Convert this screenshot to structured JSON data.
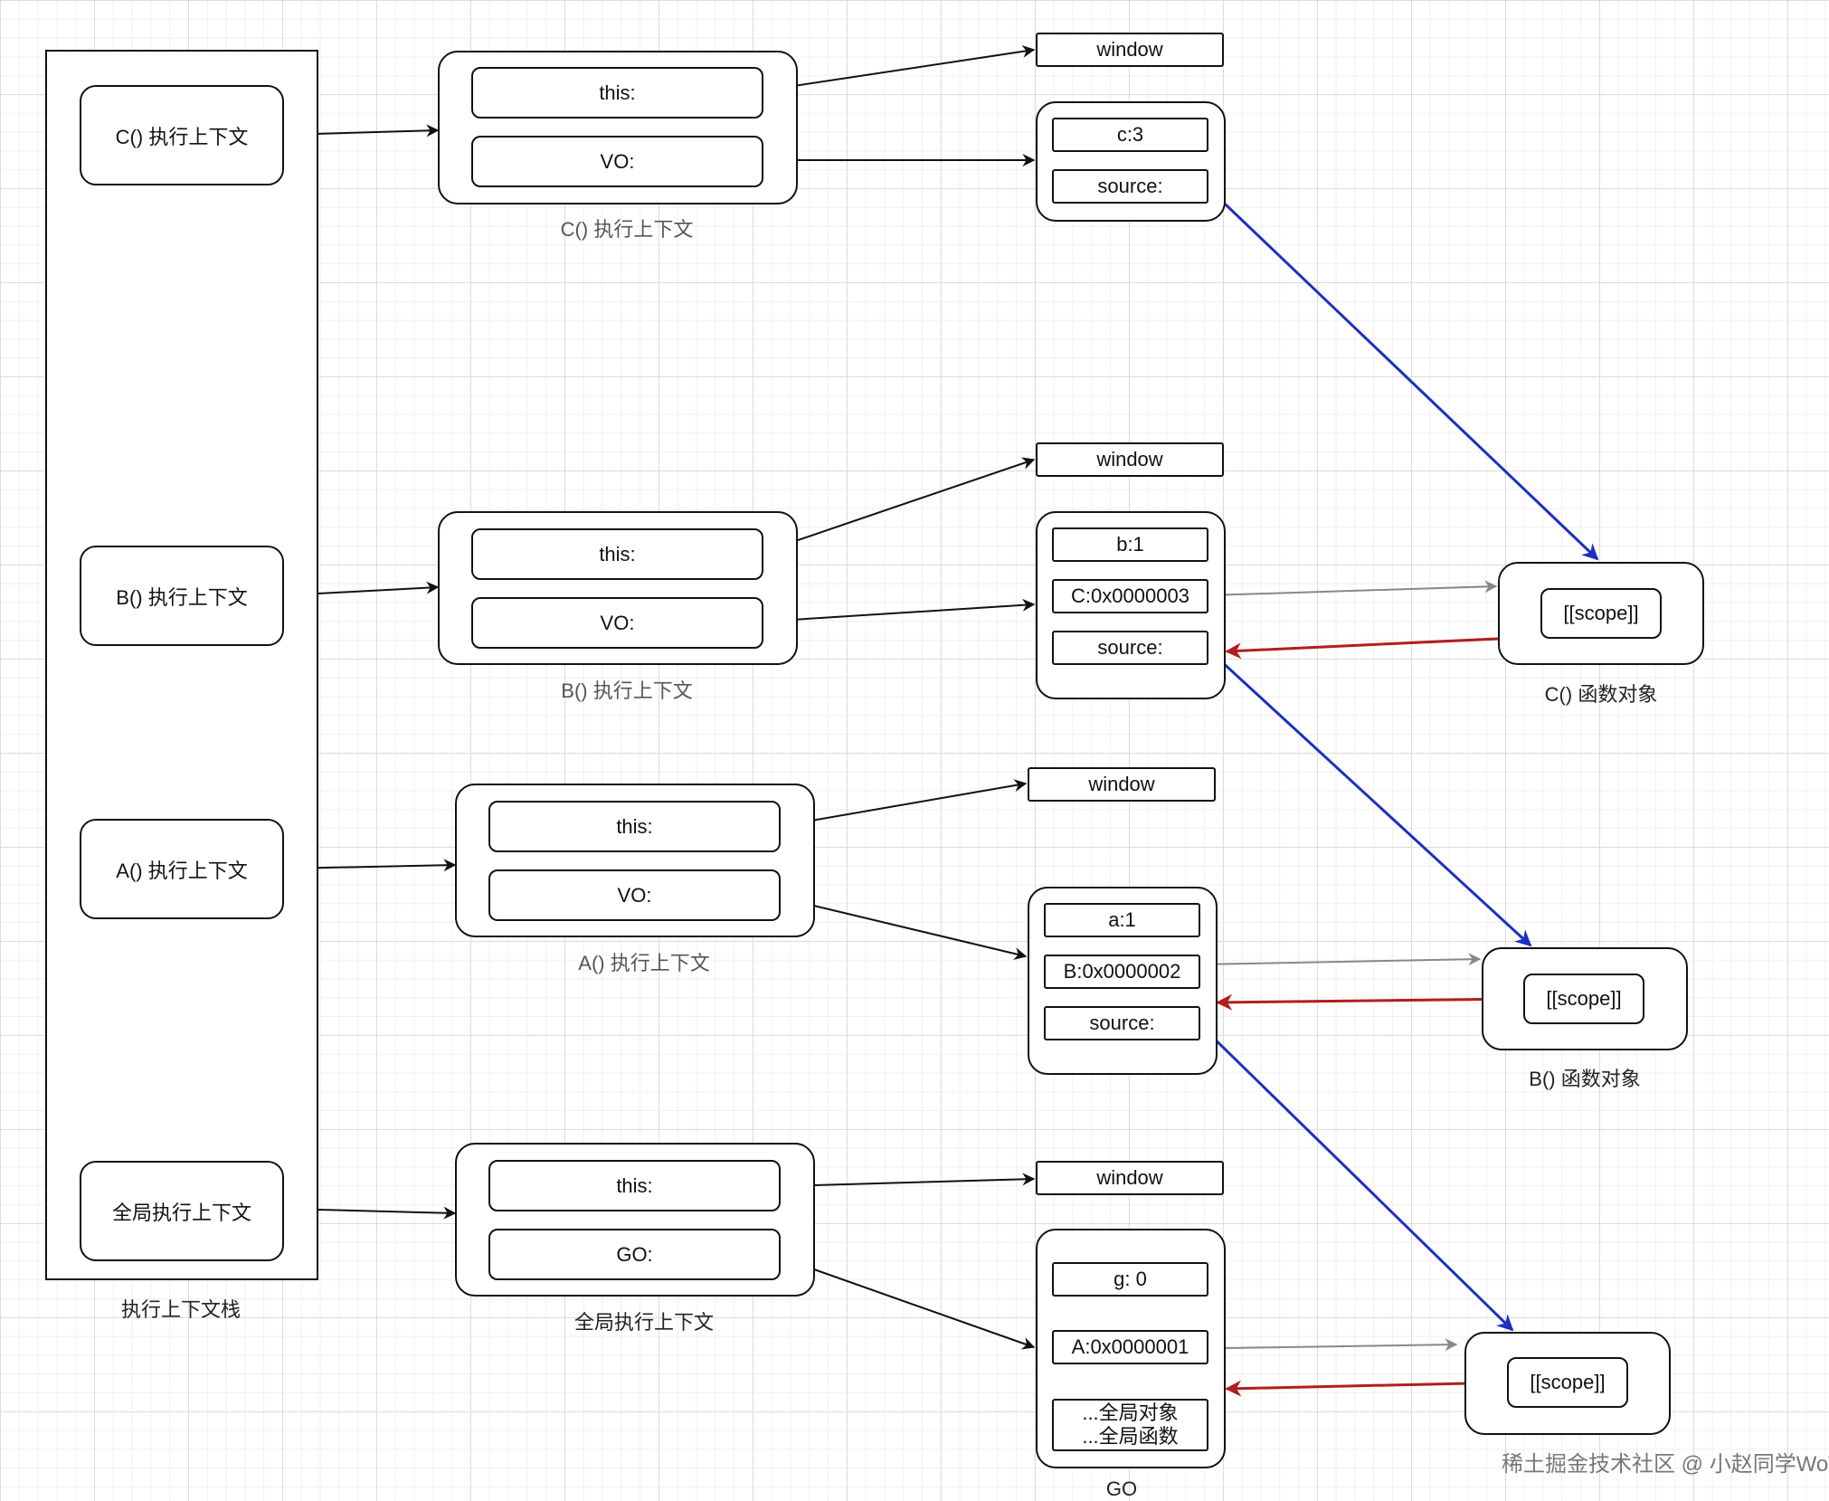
{
  "stack": {
    "caption": "执行上下文栈",
    "items": [
      "C() 执行上下文",
      "B() 执行上下文",
      "A() 执行上下文",
      "全局执行上下文"
    ]
  },
  "contexts": {
    "c": {
      "this": "this:",
      "vo": "VO:",
      "caption": "C() 执行上下文"
    },
    "b": {
      "this": "this:",
      "vo": "VO:",
      "caption": "B() 执行上下文"
    },
    "a": {
      "this": "this:",
      "vo": "VO:",
      "caption": "A() 执行上下文"
    },
    "global": {
      "this": "this:",
      "go": "GO:",
      "caption": "全局执行上下文"
    }
  },
  "windows": [
    "window",
    "window",
    "window",
    "window"
  ],
  "vo_c": {
    "var": "c:3",
    "source": "source:"
  },
  "vo_b": {
    "var": "b:1",
    "fn": "C:0x0000003",
    "source": "source:"
  },
  "vo_a": {
    "var": "a:1",
    "fn": "B:0x0000002",
    "source": "source:"
  },
  "go": {
    "var": "g: 0",
    "fn": "A:0x0000001",
    "line1": "...全局对象",
    "line2": "...全局函数",
    "caption": "GO"
  },
  "func_objects": {
    "c": {
      "scope": "[[scope]]",
      "caption": "C() 函数对象"
    },
    "b": {
      "scope": "[[scope]]",
      "caption": "B() 函数对象"
    },
    "a": {
      "scope": "[[scope]]"
    }
  },
  "watermark": "稀土掘金技术社区 @ 小赵同学WoW",
  "colors": {
    "black_arrow": "#111111",
    "blue_arrow": "#1d2fc2",
    "red_arrow": "#b01e1e",
    "gray_arrow": "#888888"
  }
}
